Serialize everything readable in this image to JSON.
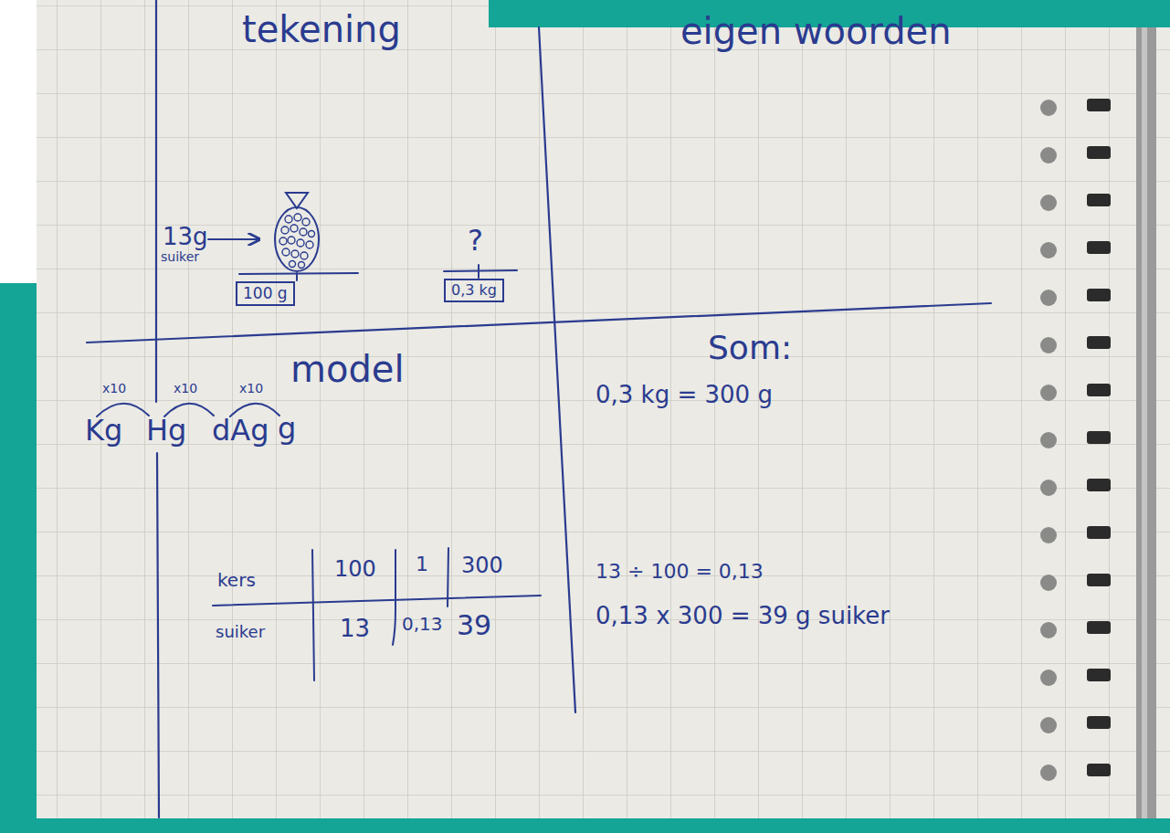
{
  "diagram": {
    "nodes": [
      {
        "text": [
          "tekening"
        ]
      },
      {
        "text": [
          "100 g"
        ],
        "in": 0
      },
      {
        "text": [
          "0,3 kg"
        ],
        "in": 0
      },
      {
        "text": [
          "eigen woorden"
        ]
      },
      {
        "text": [
          "model"
        ]
      },
      {
        "text": [
          "Som:"
        ]
      }
    ],
    "labels": [
      "13g",
      "suiker",
      "?",
      "x10",
      "x10",
      "x10",
      "Kg",
      "Hg",
      "dAg",
      "g",
      "kers",
      "100",
      "1",
      "300",
      "suiker",
      "13",
      "0,13",
      "39",
      "0,3 kg = 300 g",
      "13 ÷ 100 = 0,13",
      "0,13 x 300 = 39 g suiker"
    ]
  }
}
